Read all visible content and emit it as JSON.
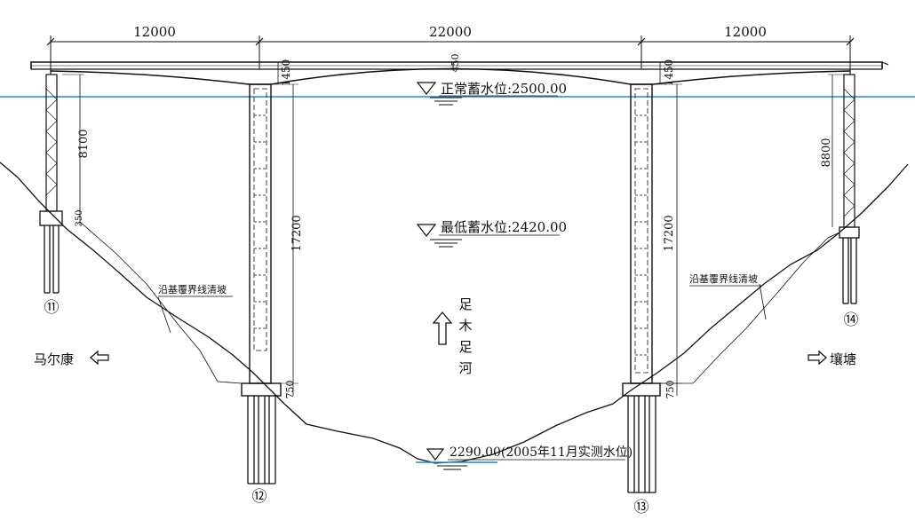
{
  "spans": {
    "left": "12000",
    "middle": "22000",
    "right": "12000"
  },
  "girder_heights": {
    "left_support": "1450",
    "midspan": "450",
    "right_support": "1450"
  },
  "pier_heights": {
    "pier_11": "8100",
    "pier_12": "17200",
    "pier_13": "17200",
    "pier_14": "8800"
  },
  "footing_heights": {
    "pier_11": "350",
    "pier_12": "750",
    "pier_13": "750"
  },
  "water_levels": {
    "normal": "正常蓄水位:2500.00",
    "minimum": "最低蓄水位:2420.00",
    "measured": "2290.00(2005年11月实测水位)"
  },
  "slope_notes": {
    "left": "沿基覆界线清坡",
    "right": "沿基覆界线清坡"
  },
  "pier_numbers": {
    "p11": "⑪",
    "p12": "⑫",
    "p13": "⑬",
    "p14": "⑭"
  },
  "river": {
    "name_chars": [
      "足",
      "木",
      "足",
      "河"
    ]
  },
  "directions": {
    "left": "马尔康",
    "right": "壤塘"
  },
  "colors": {
    "water_line": "#1f8fc9",
    "lines": "#111111"
  },
  "icons": {
    "water_level": "inverted-triangle-icon",
    "flow_arrow": "arrow-up-icon",
    "direction_arrows": [
      "arrow-left-icon",
      "arrow-right-icon"
    ]
  }
}
